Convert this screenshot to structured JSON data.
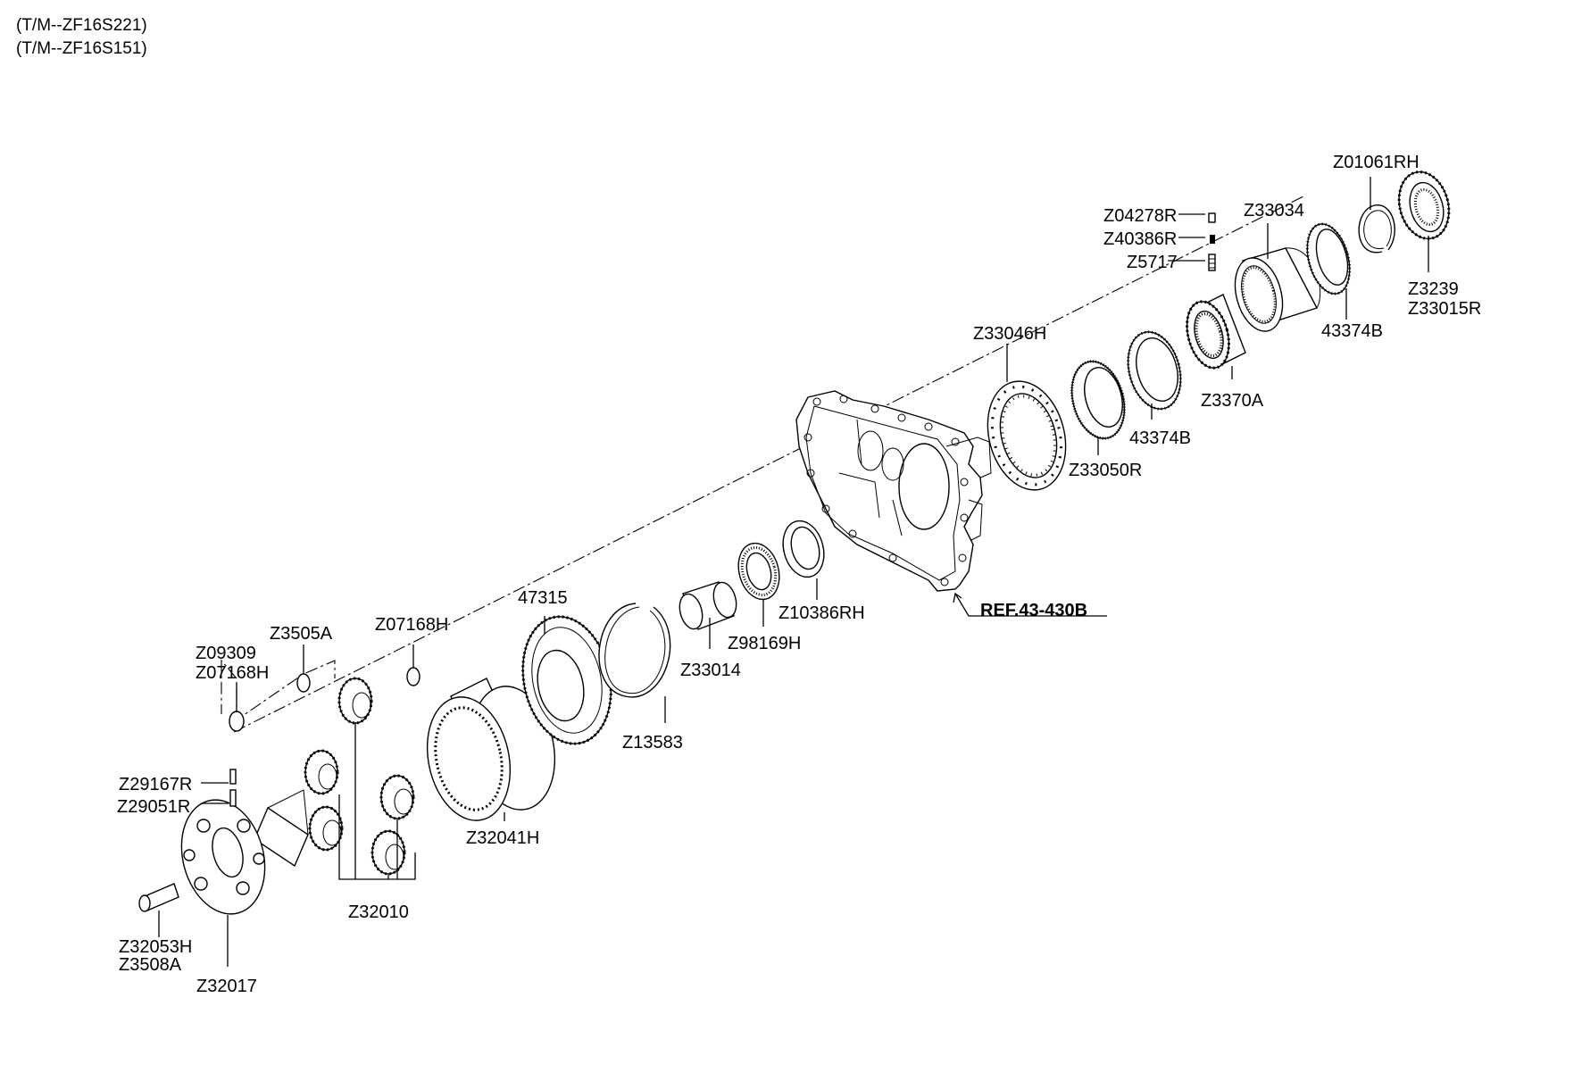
{
  "header": {
    "line1": "(T/M--ZF16S221)",
    "line2": "(T/M--ZF16S151)"
  },
  "reference": "REF.43-430B",
  "labels": {
    "Z01061RH": "Z01061RH",
    "Z33034": "Z33034",
    "Z04278R": "Z04278R",
    "Z40386R": "Z40386R",
    "Z5717": "Z5717",
    "Z3239": "Z3239",
    "Z33015R": "Z33015R",
    "43374B_top": "43374B",
    "Z33046H": "Z33046H",
    "Z3370A": "Z3370A",
    "43374B_mid": "43374B",
    "Z33050R": "Z33050R",
    "Z10386RH": "Z10386RH",
    "Z98169H": "Z98169H",
    "Z33014": "Z33014",
    "47315": "47315",
    "Z13583": "Z13583",
    "Z3505A": "Z3505A",
    "Z07168H_top": "Z07168H",
    "Z09309": "Z09309",
    "Z07168H_left": "Z07168H",
    "Z29167R": "Z29167R",
    "Z29051R": "Z29051R",
    "Z32041H": "Z32041H",
    "Z32010": "Z32010",
    "Z32053H": "Z32053H",
    "Z3508A": "Z3508A",
    "Z32017": "Z32017"
  }
}
